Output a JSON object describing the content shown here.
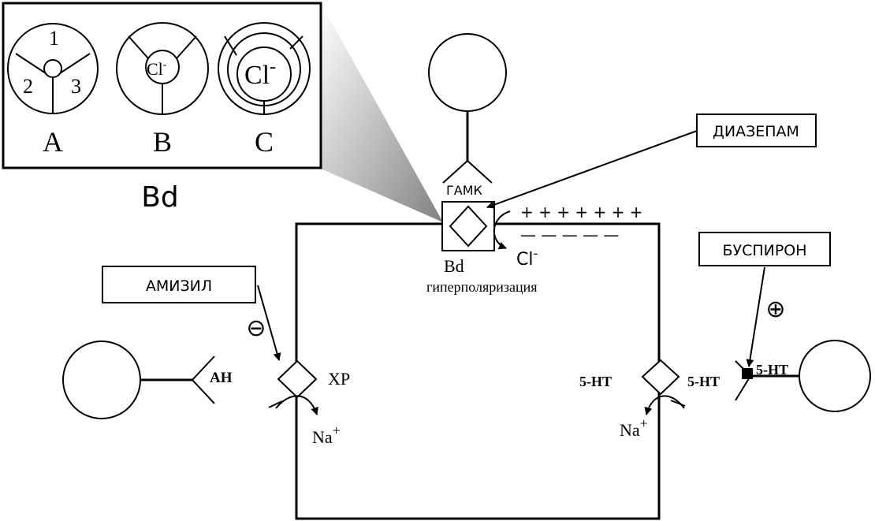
{
  "inset": {
    "caption": "Bd",
    "states": [
      {
        "label": "A",
        "site_numbers": [
          "1",
          "2",
          "3"
        ]
      },
      {
        "label": "B",
        "ion": "Cl",
        "ion_charge": "-"
      },
      {
        "label": "C",
        "ion": "Cl",
        "ion_charge": "-"
      }
    ]
  },
  "receptor": {
    "gaba_label": "ГАМК",
    "bd_label": "Bd",
    "effect_label": "гиперполяризация",
    "ion": "Cl",
    "ion_charge": "-",
    "plus_signs": "+ + + + + + +",
    "minus_signs": "— — — — —"
  },
  "drugs": {
    "diazepam": "ДИАЗЕПАМ",
    "amizil": "АМИЗИЛ",
    "buspirone": "БУСПИРОН"
  },
  "effects": {
    "inhibit": "⊖",
    "activate": "⊕"
  },
  "left_synapse": {
    "mediator": "АН",
    "receptor": "ХР",
    "ion": "Na",
    "ion_charge": "+"
  },
  "right_synapse": {
    "receptor_label_left": "5-НТ",
    "receptor_label_right": "5-НТ",
    "mediator": "5-НТ",
    "ion": "Na",
    "ion_charge": "+"
  }
}
